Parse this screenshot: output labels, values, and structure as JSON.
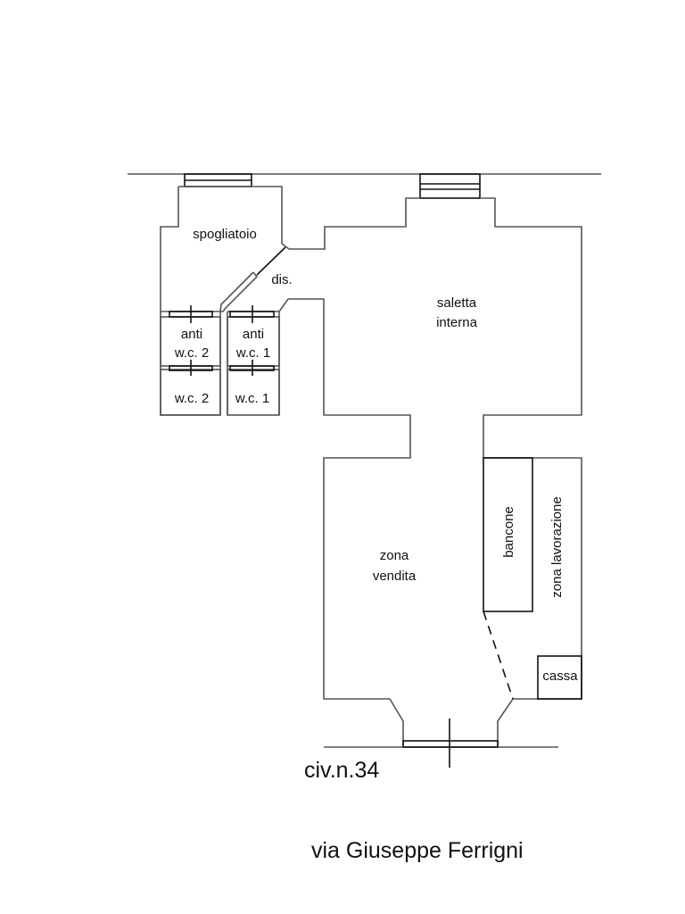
{
  "plan": {
    "rooms": {
      "spogliatoio": "spogliatoio",
      "dis": "dis.",
      "saletta_line1": "saletta",
      "saletta_line2": "interna",
      "anti_wc2_line1": "anti",
      "anti_wc2_line2": "w.c. 2",
      "anti_wc1_line1": "anti",
      "anti_wc1_line2": "w.c. 1",
      "wc2": "w.c. 2",
      "wc1": "w.c. 1",
      "zona_vendita_line1": "zona",
      "zona_vendita_line2": "vendita",
      "bancone": "bancone",
      "zona_lavorazione": "zona lavorazione",
      "cassa": "cassa"
    },
    "civic_number": "civ.n.34",
    "street": "via Giuseppe Ferrigni"
  }
}
